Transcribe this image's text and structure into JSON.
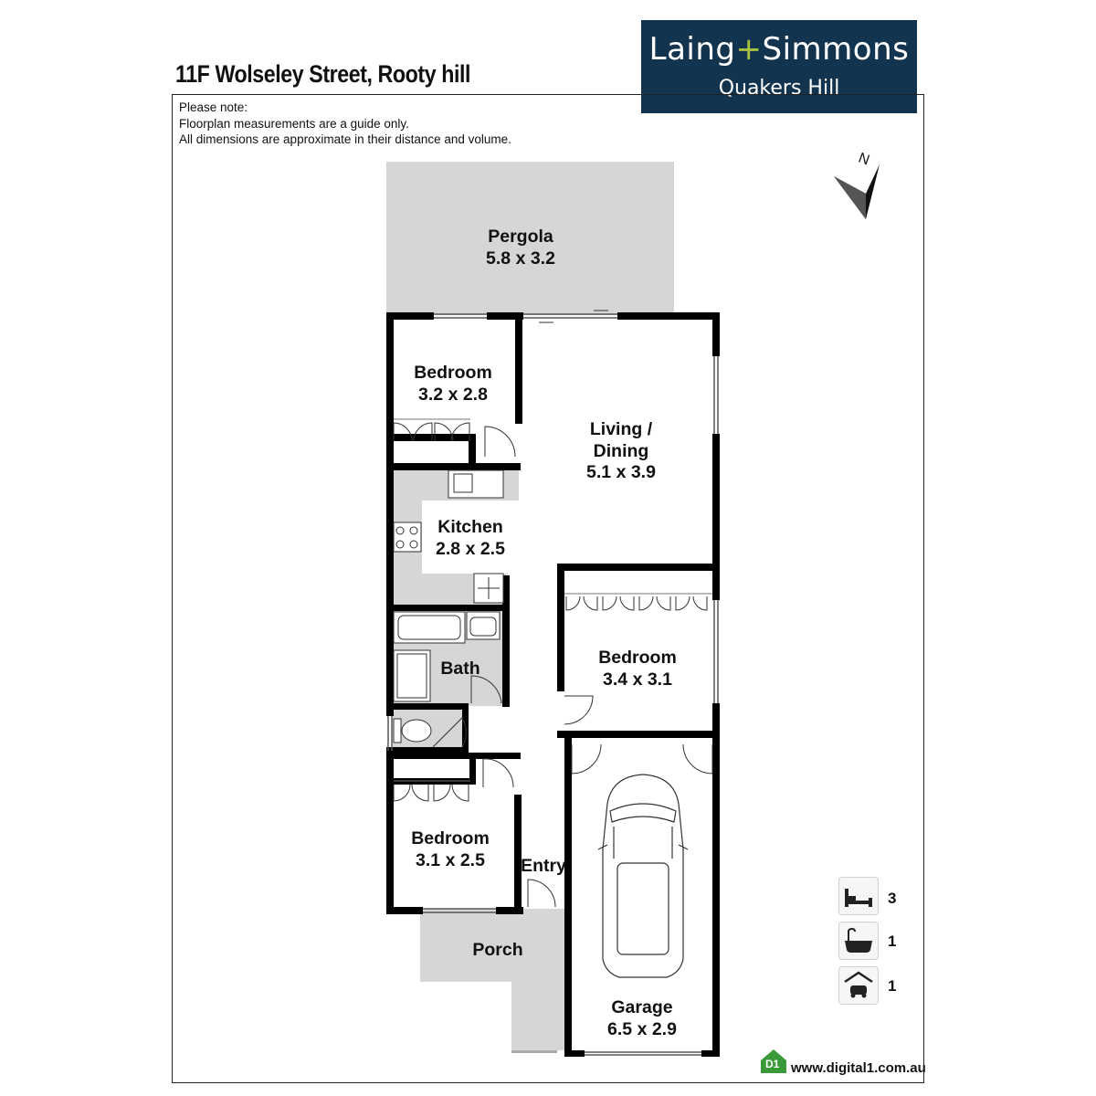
{
  "title": "11F Wolseley Street, Rooty hill",
  "notes": [
    "Please note:",
    "Floorplan measurements are a guide only.",
    "All dimensions are approximate in their distance and volume."
  ],
  "logo": {
    "brand_left": "Laing",
    "brand_plus": "+",
    "brand_right": "Simmons",
    "office": "Quakers Hill"
  },
  "compass": {
    "label": "N"
  },
  "rooms": {
    "pergola": {
      "name": "Pergola",
      "dim": "5.8 x 3.2"
    },
    "bedroom1": {
      "name": "Bedroom",
      "dim": "3.2 x 2.8"
    },
    "living": {
      "name1": "Living /",
      "name2": "Dining",
      "dim": "5.1 x 3.9"
    },
    "kitchen": {
      "name": "Kitchen",
      "dim": "2.8 x 2.5"
    },
    "bath": {
      "name": "Bath"
    },
    "bedroom2": {
      "name": "Bedroom",
      "dim": "3.4 x 3.1"
    },
    "bedroom3": {
      "name": "Bedroom",
      "dim": "3.1 x 2.5"
    },
    "entry": {
      "name": "Entry"
    },
    "porch": {
      "name": "Porch"
    },
    "garage": {
      "name": "Garage",
      "dim": "6.5 x 2.9"
    }
  },
  "features": [
    {
      "icon": "bed-icon",
      "count": "3"
    },
    {
      "icon": "bath-icon",
      "count": "1"
    },
    {
      "icon": "garage-car-icon",
      "count": "1"
    }
  ],
  "footer": {
    "badge": "D1",
    "website": "www.digital1.com.au"
  },
  "colors": {
    "logo_bg": "#13344f",
    "logo_accent": "#a9c23f",
    "outdoor_fill": "#d6d6d6",
    "wall": "#000000",
    "badge_green": "#3a9a3a"
  }
}
